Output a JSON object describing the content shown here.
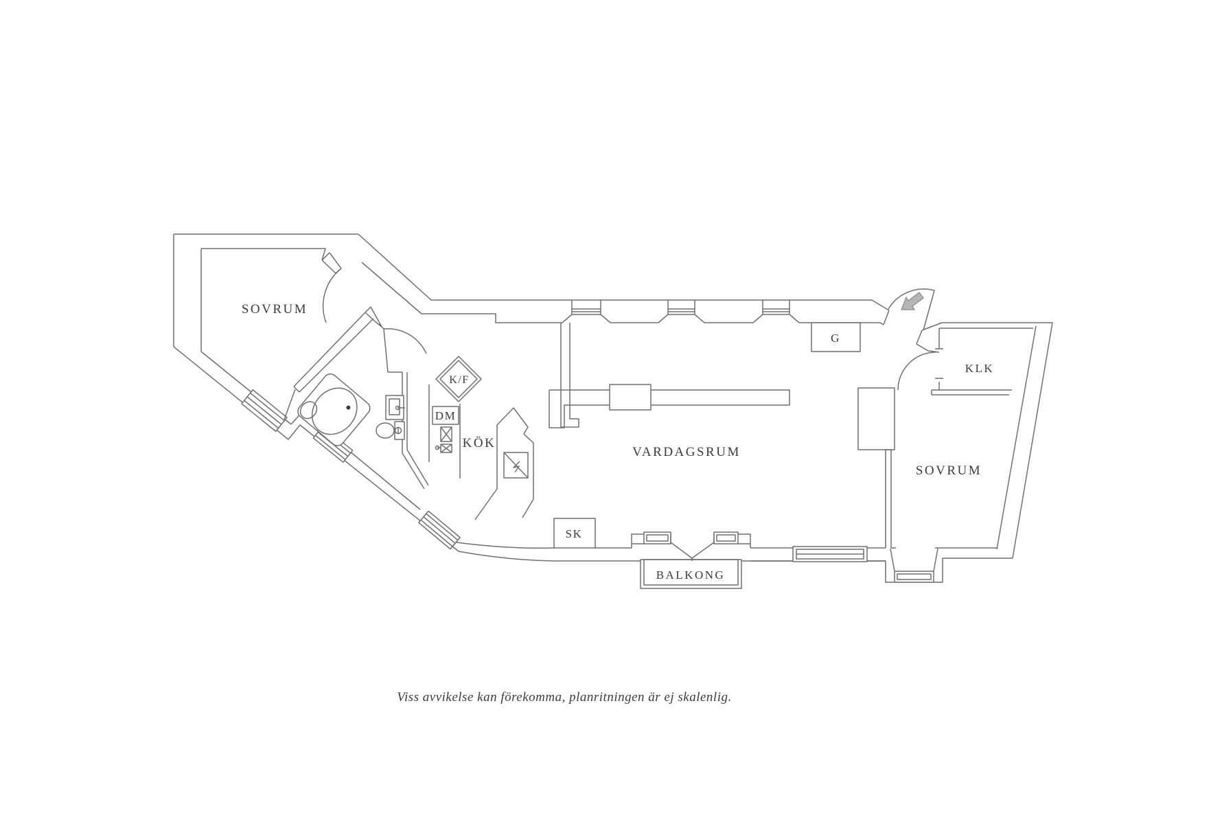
{
  "floor_plan": {
    "rooms": {
      "bedroom_left": "SOVRUM",
      "bedroom_right": "SOVRUM",
      "living_room": "VARDAGSRUM",
      "kitchen": "KÖK",
      "balcony": "BALKONG",
      "walk_in_closet": "KLK"
    },
    "labels": {
      "fridge_freezer": "K/F",
      "dishwasher": "DM",
      "wardrobe": "G",
      "closet": "SK"
    },
    "note": "Viss avvikelse kan förekomma, planritningen är ej skalenlig.",
    "colors": {
      "background": "#ffffff",
      "line": "#6f6f6f",
      "text": "#3b3b3b",
      "entrance_arrow": "#b5b5b5"
    }
  }
}
